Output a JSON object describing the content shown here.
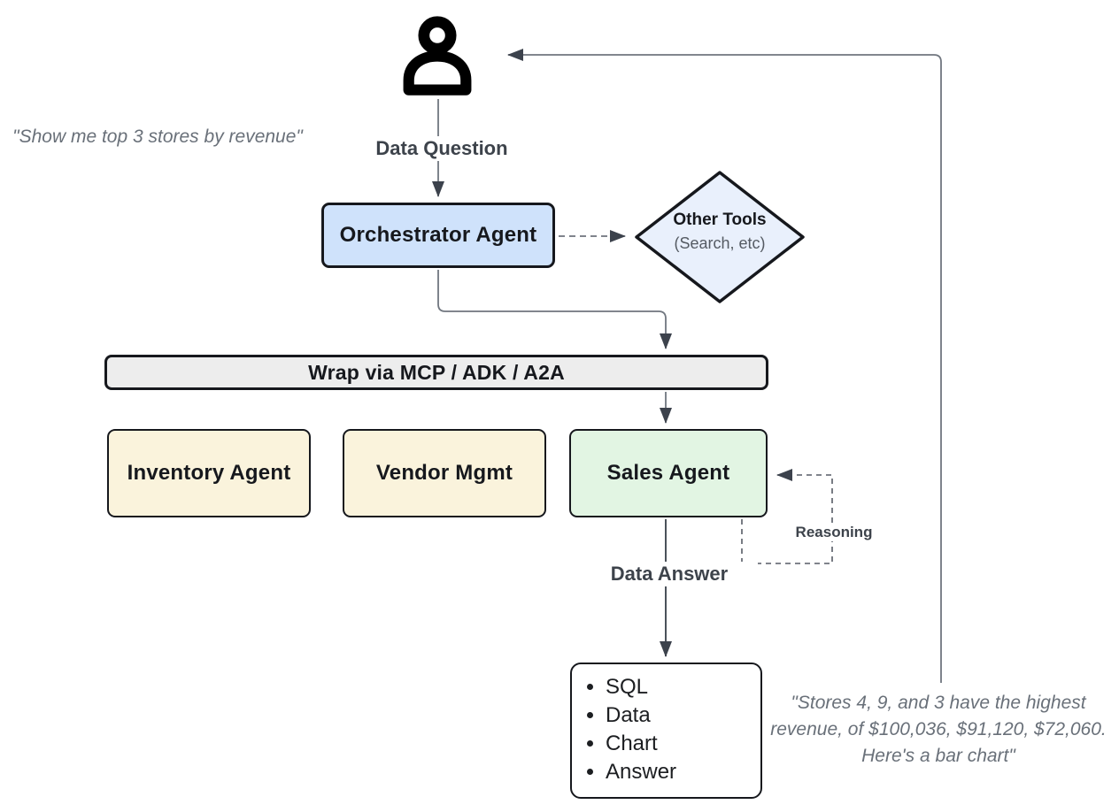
{
  "palette": {
    "orchestrator_fill": "#cfe2fb",
    "diamond_fill": "#e9f0fc",
    "wrap_bar_fill": "#ededed",
    "support_agent_fill": "#faf3dc",
    "sales_agent_fill": "#e2f5e3",
    "output_fill": "#ffffff",
    "border": "#16181d",
    "line": "#70767f",
    "arrowhead": "#3c424c",
    "quote_text": "#697079",
    "label_text": "#3d434b"
  },
  "user": {
    "quote": "\"Show me top 3 stores by revenue\"",
    "icon": "person-icon"
  },
  "flow_labels": {
    "data_question": "Data Question",
    "data_answer": "Data Answer",
    "reasoning": "Reasoning"
  },
  "nodes": {
    "orchestrator": {
      "label": "Orchestrator Agent"
    },
    "other_tools": {
      "title": "Other Tools",
      "subtitle": "(Search, etc)"
    },
    "wrap_bar": {
      "label": "Wrap via MCP / ADK / A2A"
    },
    "inventory": {
      "label": "Inventory Agent"
    },
    "vendor": {
      "label": "Vendor Mgmt"
    },
    "sales": {
      "label": "Sales Agent"
    },
    "output": {
      "items": [
        "SQL",
        "Data",
        "Chart",
        "Answer"
      ]
    }
  },
  "agent_quote": "\"Stores 4, 9, and 3 have the highest revenue, of $100,036, $91,120, $72,060. Here's a bar chart\""
}
